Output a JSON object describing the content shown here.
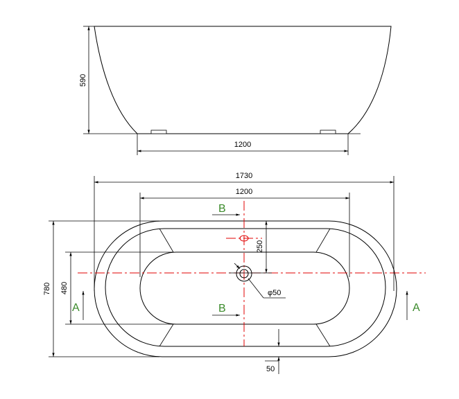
{
  "drawing": {
    "side_view": {
      "height_label": "590",
      "base_width_label": "1200"
    },
    "top_view": {
      "overall_length_label": "1730",
      "inner_length_label": "1200",
      "overall_width_label": "780",
      "inner_width_label": "480",
      "drain_offset_label": "250",
      "drain_diameter_label": "φ50",
      "rim_thickness_label": "50",
      "section_a_label": "A",
      "section_b_label": "B"
    },
    "colors": {
      "outline": "#000000",
      "centerline": "#e00000",
      "section_marker": "#3a8a2a"
    }
  }
}
